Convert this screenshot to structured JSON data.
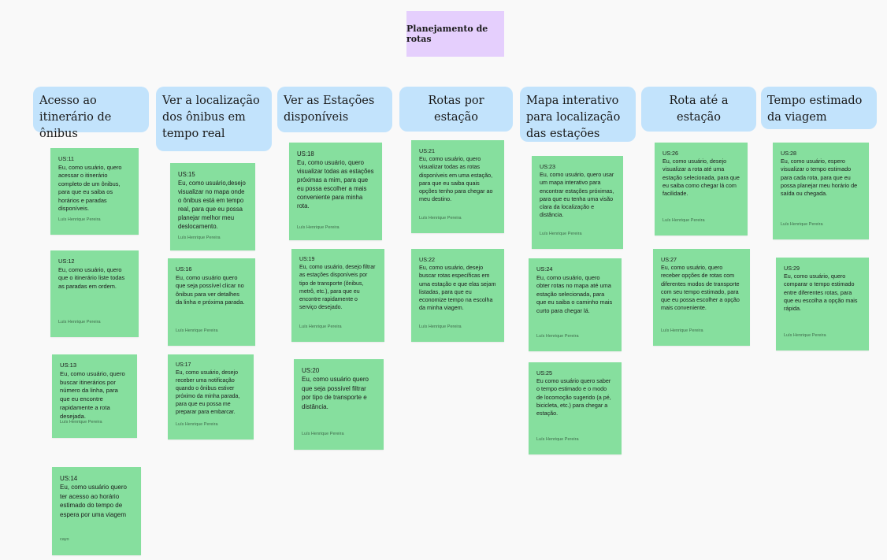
{
  "board": {
    "title": "Planejamento de rotas"
  },
  "columns": [
    {
      "id": "c1",
      "label": "Acesso ao itinerário de ônibus"
    },
    {
      "id": "c2",
      "label": "Ver a localização dos ônibus em tempo real"
    },
    {
      "id": "c3",
      "label": "Ver as Estações disponíveis"
    },
    {
      "id": "c4",
      "label": "Rotas por estação"
    },
    {
      "id": "c5",
      "label": "Mapa interativo para localização das estações"
    },
    {
      "id": "c6",
      "label": "Rota até a estação"
    },
    {
      "id": "c7",
      "label": "Tempo estimado da viagem"
    }
  ],
  "notes": [
    {
      "id": "n11",
      "text": "US:11\nEu, como usuário, quero acessar o itinerário completo de um ônibus, para que eu saiba os horários e paradas disponíveis.",
      "author": "Luís Henrique Pereira"
    },
    {
      "id": "n12",
      "text": "US:12\nEu, como usuário, quero que o itinerário liste todas as paradas em ordem.",
      "author": "Luís Henrique Pereira"
    },
    {
      "id": "n13",
      "text": "US:13\nEu, como usuário, quero buscar itinerários por número da linha, para que eu encontre rapidamente a rota desejada.",
      "author": "Luís Henrique Pereira"
    },
    {
      "id": "n14",
      "text": "US:14\nEu, como usuário quero ter acesso ao horário estimado do tempo de espera por uma viagem",
      "author": "cayo"
    },
    {
      "id": "n15",
      "text": "US:15\nEu, como usuário,desejo visualizar no mapa onde o ônibus está em tempo real, para que eu possa planejar melhor meu deslocamento.",
      "author": "Luís Henrique Pereira"
    },
    {
      "id": "n16",
      "text": "US:16\nEu, como usuário quero que seja possível clicar no ônibus para ver detalhes da linha e próxima parada.",
      "author": "Luís Henrique Pereira"
    },
    {
      "id": "n17",
      "text": "US:17\nEu, como usuário, desejo receber uma notificação quando o ônibus estiver próximo da minha parada, para que eu possa me preparar para embarcar.",
      "author": "Luís Henrique Pereira"
    },
    {
      "id": "n18",
      "text": "US:18\nEu, como usuário, quero visualizar todas as estações próximas a mim, para que eu possa escolher a mais conveniente para minha rota.",
      "author": "Luís Henrique Pereira"
    },
    {
      "id": "n19",
      "text": "US:19\nEu, como usuário, desejo filtrar as estações disponíveis por tipo de transporte (ônibus, metrô, etc.), para que eu encontre rapidamente o serviço desejado.",
      "author": "Luís Henrique Pereira"
    },
    {
      "id": "n20",
      "text": "US:20\nEu, como usuário quero que seja  possível filtrar por tipo de transporte e distância.",
      "author": "Luís Henrique Pereira"
    },
    {
      "id": "n21",
      "text": "US:21\nEu, como usuário, quero visualizar todas as rotas disponíveis em uma estação, para que eu saiba quais opções tenho para chegar ao meu destino.",
      "author": "Luís Henrique Pereira"
    },
    {
      "id": "n22",
      "text": "US:22\nEu, como usuário, desejo buscar rotas específicas em uma estação e que elas sejam listadas, para que eu economize tempo na escolha da minha viagem.",
      "author": "Luís Henrique Pereira"
    },
    {
      "id": "n23",
      "text": "US:23\nEu, como usuário, quero usar um mapa interativo para encontrar estações próximas, para que eu tenha uma visão clara da localização e distância.",
      "author": "Luís Henrique Pereira"
    },
    {
      "id": "n24",
      "text": "US:24\nEu, como usuário, quero obter rotas no mapa até uma estação selecionada, para que eu saiba o caminho mais curto para chegar lá.",
      "author": "Luís Henrique Pereira"
    },
    {
      "id": "n25",
      "text": "US:25\nEu como usuário quero saber o tempo estimado e o modo de locomoção sugerido (a pé, bicicleta, etc.) para chegar a estação.",
      "author": "Luís Henrique Pereira"
    },
    {
      "id": "n26",
      "text": "US:26\nEu, como usuário, desejo visualizar a rota até uma estação selecionada, para que eu saiba como chegar lá com facilidade.",
      "author": "Luís Henrique Pereira"
    },
    {
      "id": "n27",
      "text": "US:27\nEu, como usuário, quero receber opções de rotas com diferentes modos de transporte com seu tempo estimado, para que eu possa escolher a opção mais conveniente.",
      "author": "Luís Henrique Pereira"
    },
    {
      "id": "n28",
      "text": "US:28\nEu, como usuário, espero visualizar o tempo estimado para cada rota, para que eu possa planejar meu horário de saída ou chegada.",
      "author": "Luís Henrique Pereira"
    },
    {
      "id": "n29",
      "text": "US:29\nEu, como usuário, quero comparar o tempo estimado entre diferentes rotas, para que eu escolha a opção mais rápida.",
      "author": "Luís Henrique Pereira"
    }
  ]
}
